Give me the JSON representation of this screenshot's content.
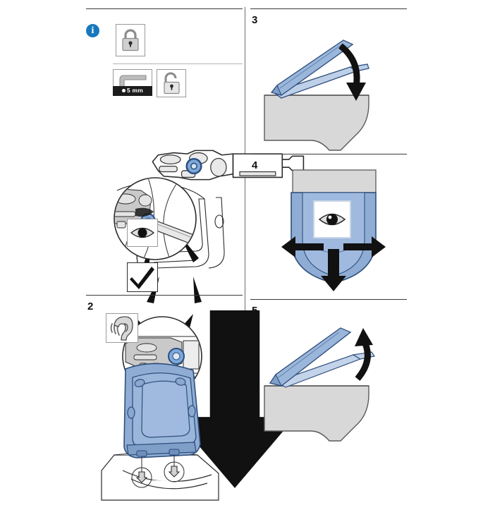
{
  "document": {
    "type": "installation-instructions",
    "product": "wall-hung toilet seat with quick-release hinges",
    "columns": 2
  },
  "colors": {
    "accent_blue": "#1878bd",
    "seat_blue": "#8fadd4",
    "seat_blue_dark": "#6f8fbd",
    "ceramic_grey": "#d8d8d8",
    "line": "#3a3a3a",
    "box_border": "#9a9a9a",
    "label_black": "#1c1c1c"
  },
  "panels": {
    "info": {
      "number": "",
      "badge": "i",
      "badge_name": "info-badge",
      "icons": [
        {
          "name": "padlock-closed-icon",
          "label": ""
        },
        {
          "name": "hinge-assembly-illustration",
          "label": ""
        },
        {
          "name": "hex-key-icon",
          "label": "5 mm"
        },
        {
          "name": "padlock-open-icon",
          "label": ""
        }
      ],
      "tool_label": "5 mm",
      "detail": {
        "name": "hinge-lock-magnifier",
        "callout": "hex key engaging hinge locking screw"
      },
      "check_icons": [
        {
          "name": "eye-inspect-icon"
        },
        {
          "name": "checkmark-ok-icon"
        }
      ]
    },
    "step2": {
      "number": "2",
      "icons": [
        {
          "name": "ear-listen-icon"
        }
      ],
      "arrow": "down",
      "caption": ""
    },
    "step3": {
      "number": "3",
      "arrow": "down",
      "caption": ""
    },
    "step4": {
      "number": "4",
      "icons": [
        {
          "name": "eye-inspect-icon"
        }
      ],
      "arrows": [
        "left",
        "right",
        "down"
      ],
      "caption": ""
    },
    "step5": {
      "number": "5",
      "arrow": "up",
      "caption": ""
    }
  }
}
